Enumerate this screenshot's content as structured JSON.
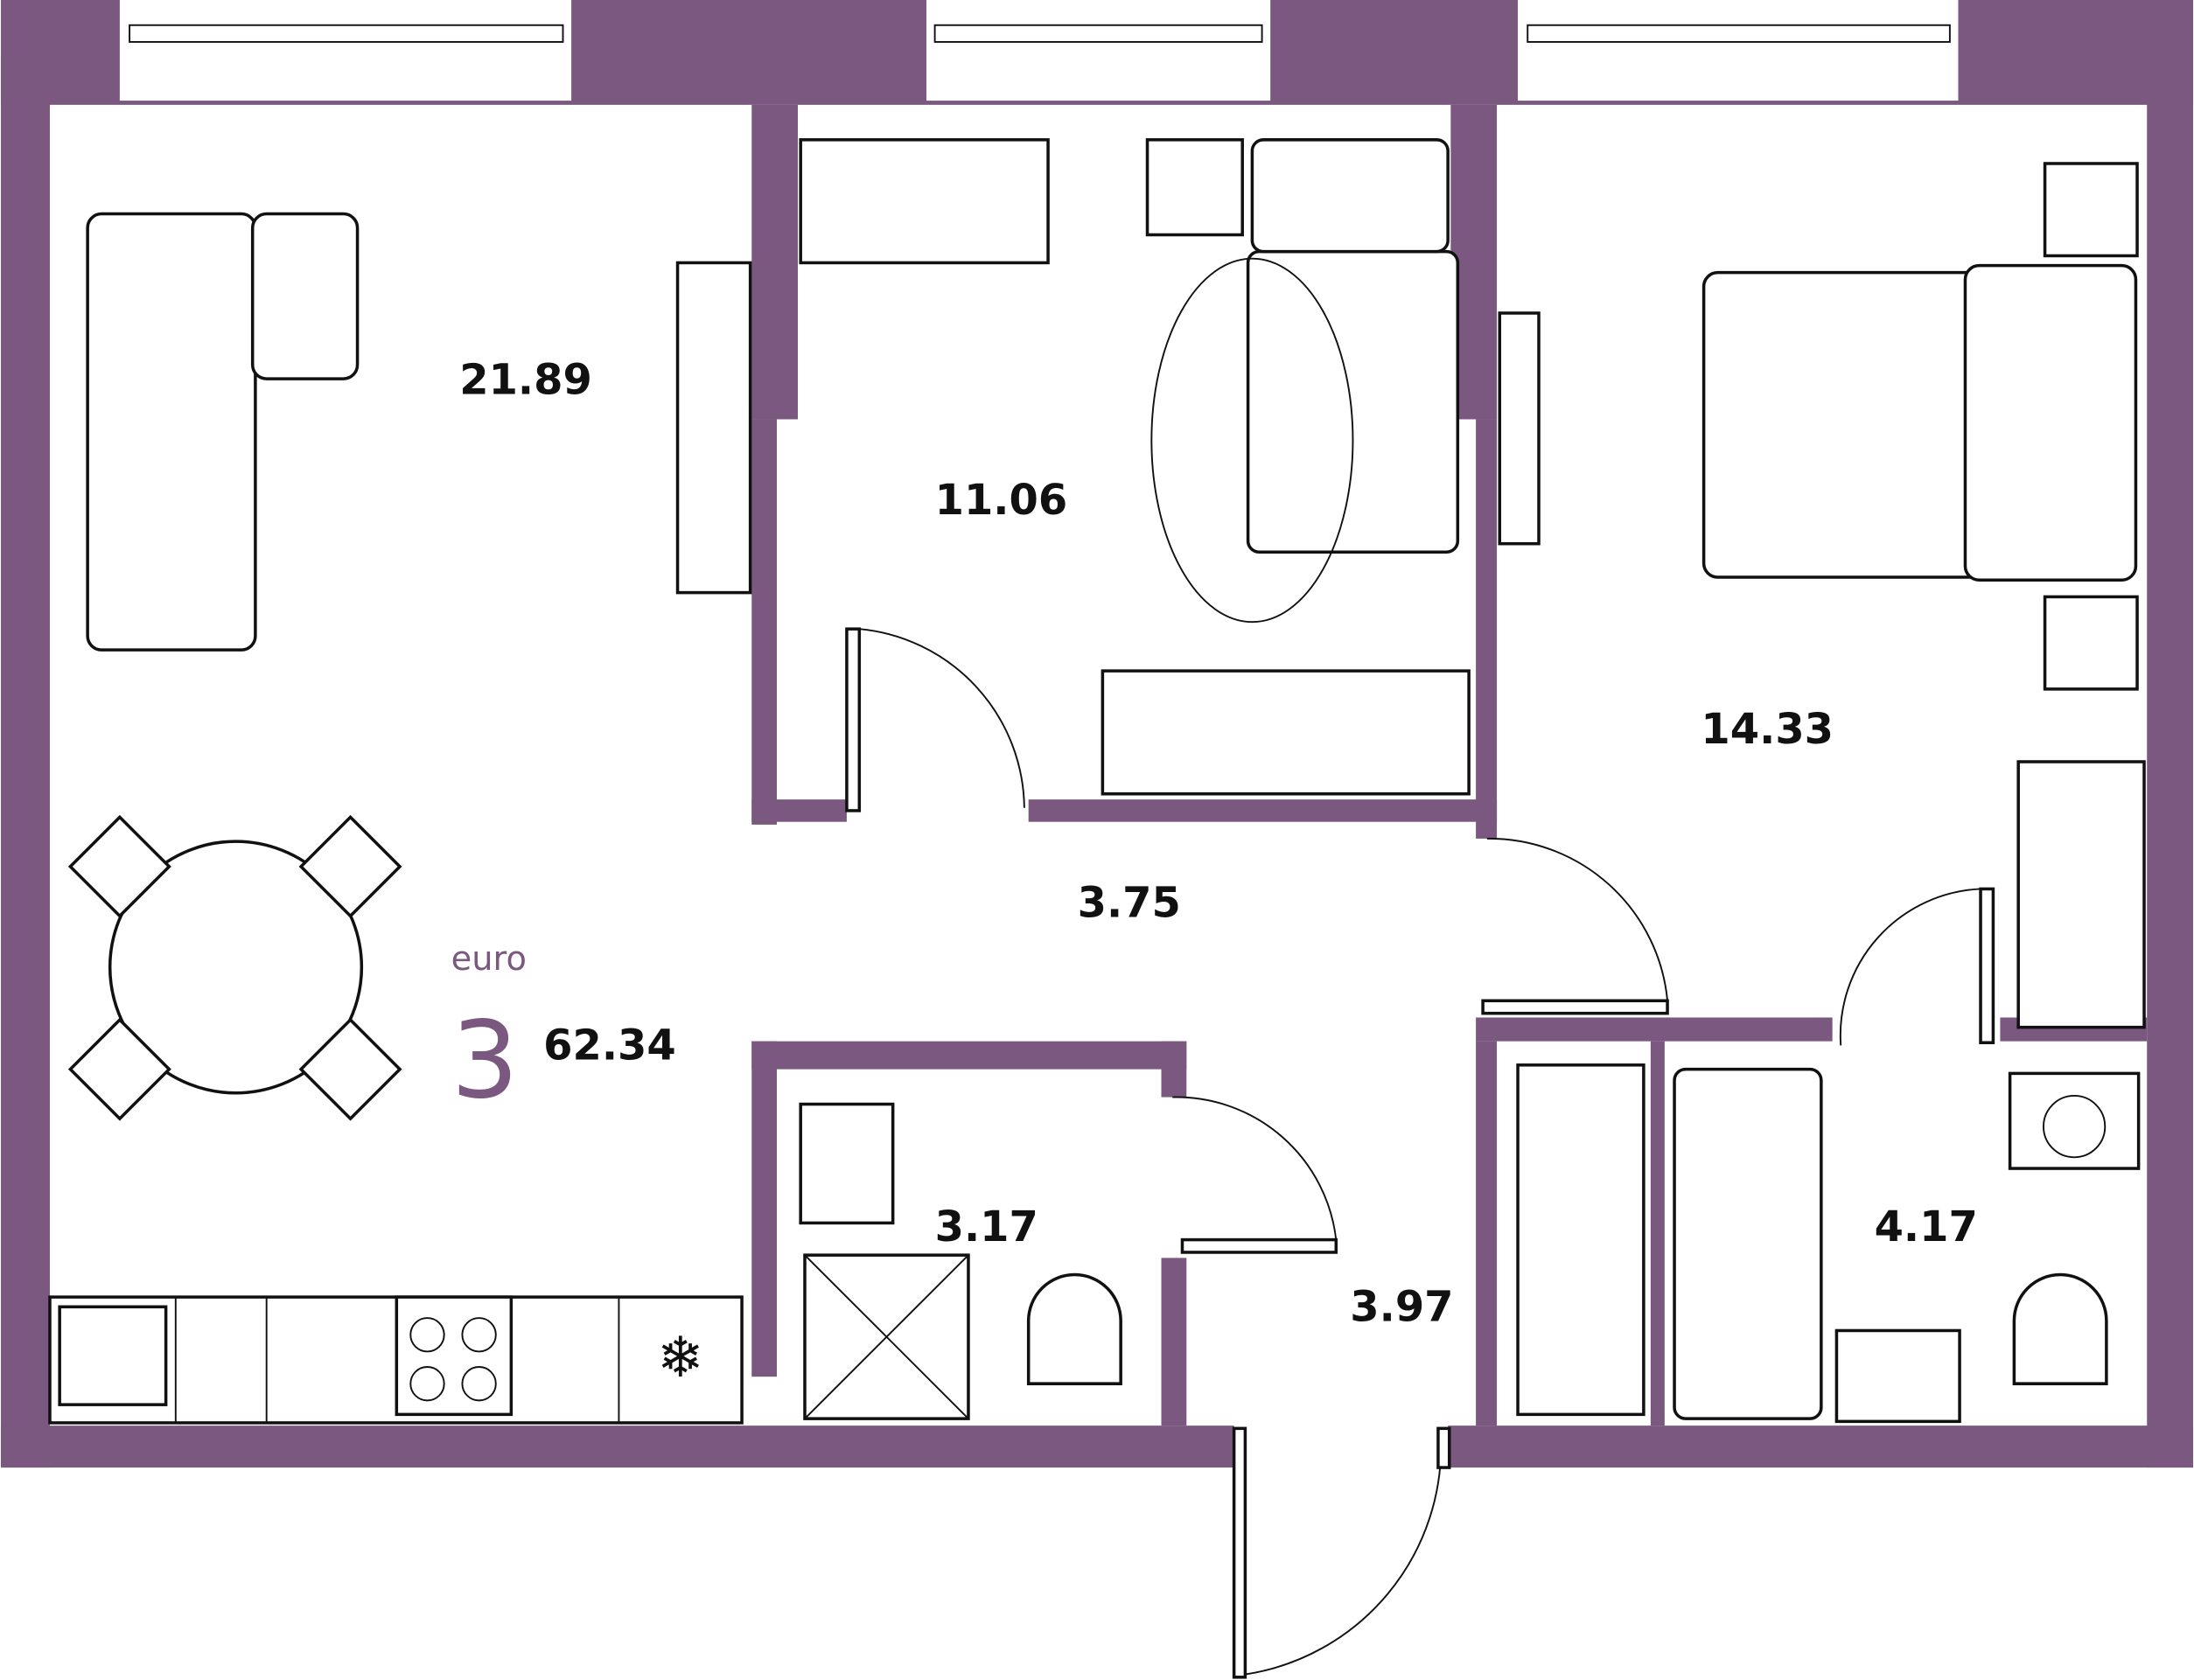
{
  "plan": {
    "accent_color": "#7a587f",
    "class_label": "euro",
    "room_count": "3",
    "total_area": "62.34"
  },
  "rooms": {
    "living_kitchen": "21.89",
    "bedroom_small": "11.06",
    "bedroom_large": "14.33",
    "hall": "3.75",
    "corridor": "3.97",
    "bathroom_1": "3.17",
    "bathroom_2": "4.17"
  }
}
